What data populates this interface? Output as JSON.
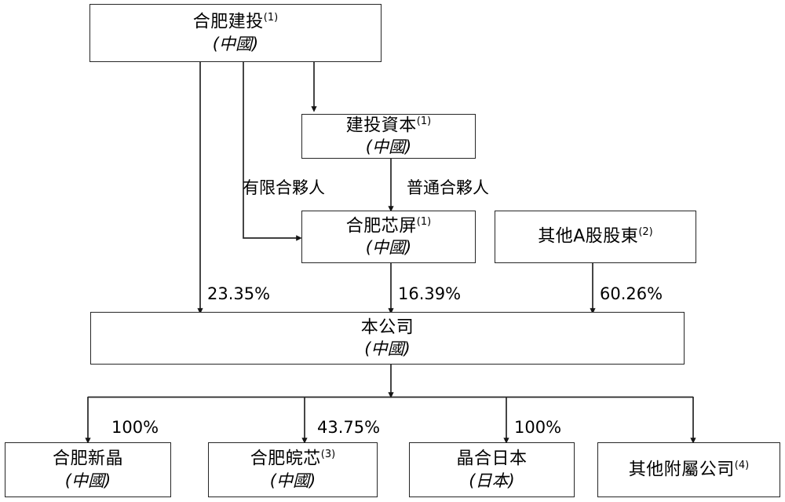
{
  "diagram": {
    "title": "Shareholding and corporate structure chart",
    "type": "org-chart",
    "line_color": "#262626",
    "box_fill": "#ffffff",
    "text_color": "#000000",
    "nodes": [
      {
        "id": "hefei-jiantou",
        "name": "合肥建投",
        "superscript": "(1)",
        "country": "(中國)"
      },
      {
        "id": "jiantou-capital",
        "name": "建投資本",
        "superscript": "(1)",
        "country": "(中國)"
      },
      {
        "id": "hefei-xinping",
        "name": "合肥芯屏",
        "superscript": "(1)",
        "country": "(中國)"
      },
      {
        "id": "other-a-share",
        "name": "其他A股股東",
        "superscript": "(2)",
        "country": ""
      },
      {
        "id": "the-company",
        "name": "本公司",
        "superscript": "",
        "country": "(中國)"
      },
      {
        "id": "hefei-xinjing",
        "name": "合肥新晶",
        "superscript": "",
        "country": "(中國)"
      },
      {
        "id": "hefei-wanxin",
        "name": "合肥皖芯",
        "superscript": "(3)",
        "country": "(中國)"
      },
      {
        "id": "jinghe-japan",
        "name": "晶合日本",
        "superscript": "",
        "country": "(日本)"
      },
      {
        "id": "other-subsidiaries",
        "name": "其他附屬公司",
        "superscript": "(4)",
        "country": ""
      }
    ],
    "edge_labels": [
      {
        "id": "limited-partner",
        "text": "有限合夥人"
      },
      {
        "id": "general-partner",
        "text": "普通合夥人"
      }
    ],
    "percentages": [
      {
        "id": "jiantou-to-company",
        "value": "23.35%"
      },
      {
        "id": "xinping-to-company",
        "value": "16.39%"
      },
      {
        "id": "other-a-share-to-company",
        "value": "60.26%"
      },
      {
        "id": "company-to-xinjing",
        "value": "100%"
      },
      {
        "id": "company-to-wanxin",
        "value": "43.75%"
      },
      {
        "id": "company-to-jinghe-japan",
        "value": "100%"
      }
    ]
  }
}
